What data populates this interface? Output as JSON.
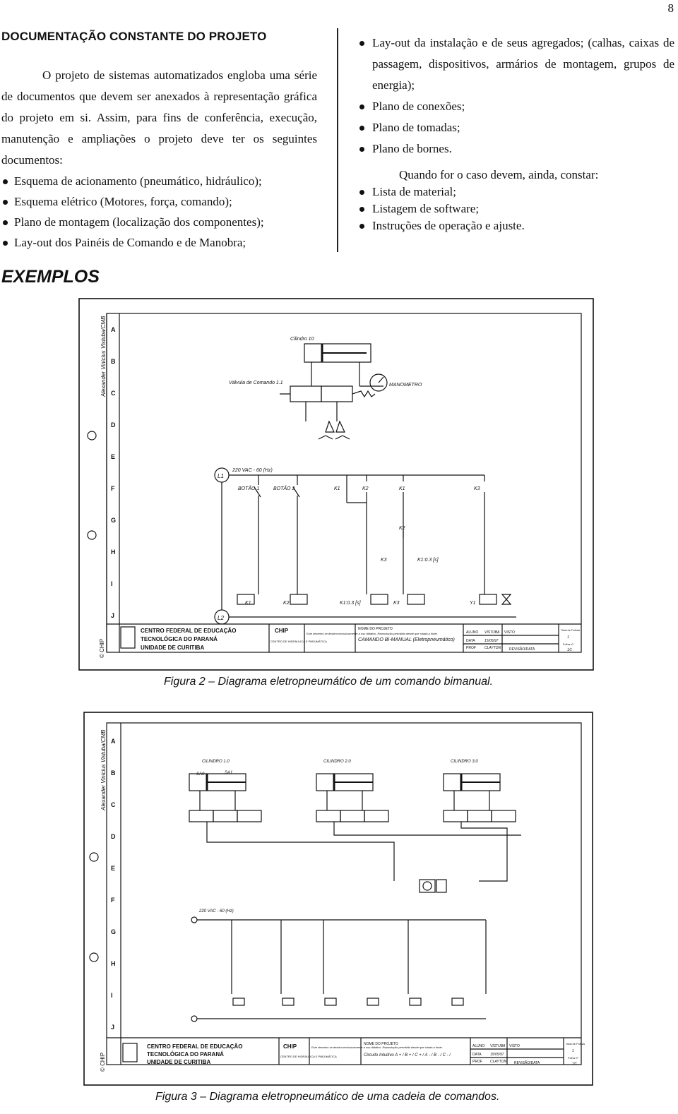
{
  "page_number": "8",
  "heading": "DOCUMENTAÇÃO CONSTANTE DO PROJETO",
  "intro": "O projeto de sistemas automatizados engloba uma série de documentos que devem ser anexados à representação gráfica do projeto em si. Assim, para fins de conferência, execução, manutenção e ampliações o projeto deve ter os seguintes documentos:",
  "left_items": [
    "Esquema de acionamento (pneumático, hidráulico);",
    "Esquema elétrico (Motores, força, comando);",
    "Plano de montagem (localização dos componentes);",
    "Lay-out dos Painéis de Comando e de Manobra;"
  ],
  "right_items": [
    "Lay-out da instalação e de seus agregados; (calhas, caixas de passagem, dispositivos, armários de montagem, grupos de energia);",
    "Plano de conexões;",
    "Plano de tomadas;",
    "Plano de bornes."
  ],
  "right_intro": "Quando for o caso devem, ainda, constar:",
  "right_items2": [
    "Lista de material;",
    "Listagem de software;",
    "Instruções de operação e ajuste."
  ],
  "examples_heading": "EXEMPLOS",
  "figure2": {
    "caption": "Figura 2 – Diagrama eletropneumático de um comando bimanual.",
    "author_vertical": "Alexander Vinicius Vistuba/CMB",
    "rows": [
      "A",
      "B",
      "C",
      "D",
      "E",
      "F",
      "G",
      "H",
      "I",
      "J"
    ],
    "cylinder": "Cilindro 10",
    "valve": "Válvula de Comando 1.1",
    "manometer": "MANOMETRO",
    "supply": "220 VAC - 60 (Hz)",
    "l1": "L1",
    "l2": "L2",
    "button1": "BOTÃO 1",
    "button2": "BOTÃO 2",
    "contacts": [
      "K1",
      "K2",
      "K1",
      "K3"
    ],
    "k2": "K2",
    "k3": "K3",
    "timer": "K1:0.3 [s]",
    "coils": [
      "K1",
      "K2",
      "K1:0.3 [s]",
      "K3",
      "Y1"
    ],
    "inst1": "CENTRO FEDERAL DE EDUCAÇÃO",
    "inst2": "TECNOLÓGICA DO PARANÁ",
    "inst3": "UNIDADE DE CURITIBA",
    "chip": "CHIP",
    "chip_sub": "CENTRO DE HIDRÁULICA E PNEUMÁTICA",
    "copyright": "© CHIP",
    "note": "Este desenho se destina exclusivamente a uso didático. Reprodução permitida desde que citada a fonte.",
    "project_label": "NOME DO PROJETO",
    "project": "CAMANDO BI-MANUAL (Eletropneumático)",
    "student_label": "ALUNO",
    "student": "VISTUBA",
    "date_label": "DATA",
    "date": "15/05/97",
    "prof_label": "PROF",
    "prof": "CLAYTON",
    "visto": "VISTO",
    "revision": "REVISÃO/DATA",
    "sheets_total_label": "Total de Folhas",
    "sheets_total": "1",
    "sheet_label": "Folha nº",
    "sheet": "1/1"
  },
  "figure3": {
    "caption": "Figura 3 – Diagrama eletropneumático de uma cadeia de comandos.",
    "author_vertical": "Alexander Vinicius Vistuba/CMB",
    "rows": [
      "A",
      "B",
      "C",
      "D",
      "E",
      "F",
      "G",
      "H",
      "I",
      "J"
    ],
    "cylinders": [
      "CILINDRO 1.0",
      "CILINDRO 2.0",
      "CILINDRO 3.0"
    ],
    "sa0": "SA0",
    "sa1": "SA1",
    "supply": "220 VAC - 60 (Hz)",
    "inst1": "CENTRO FEDERAL DE EDUCAÇÃO",
    "inst2": "TECNOLÓGICA DO PARANÁ",
    "inst3": "UNIDADE DE CURITIBA",
    "chip": "CHIP",
    "chip_sub": "CENTRO DE HIDRÁULICA E PNEUMÁTICA",
    "copyright": "© CHIP",
    "note": "Este desenho se destina exclusivamente a uso didático. Reprodução permitida desde que citada a fonte.",
    "project_label": "NOME DO PROJETO",
    "project": "Circuito Intuitivo A + / B + / C + / A - / B - / C - /",
    "student_label": "ALUNO",
    "student": "VISTUBA",
    "date_label": "DATA",
    "date": "15/05/97",
    "prof_label": "PROF",
    "prof": "CLAYTON",
    "visto": "VISTO",
    "revision": "REVISÃO/DATA",
    "sheets_total_label": "Total de Folhas",
    "sheets_total": "1",
    "sheet_label": "Folha nº",
    "sheet": "1/1"
  }
}
